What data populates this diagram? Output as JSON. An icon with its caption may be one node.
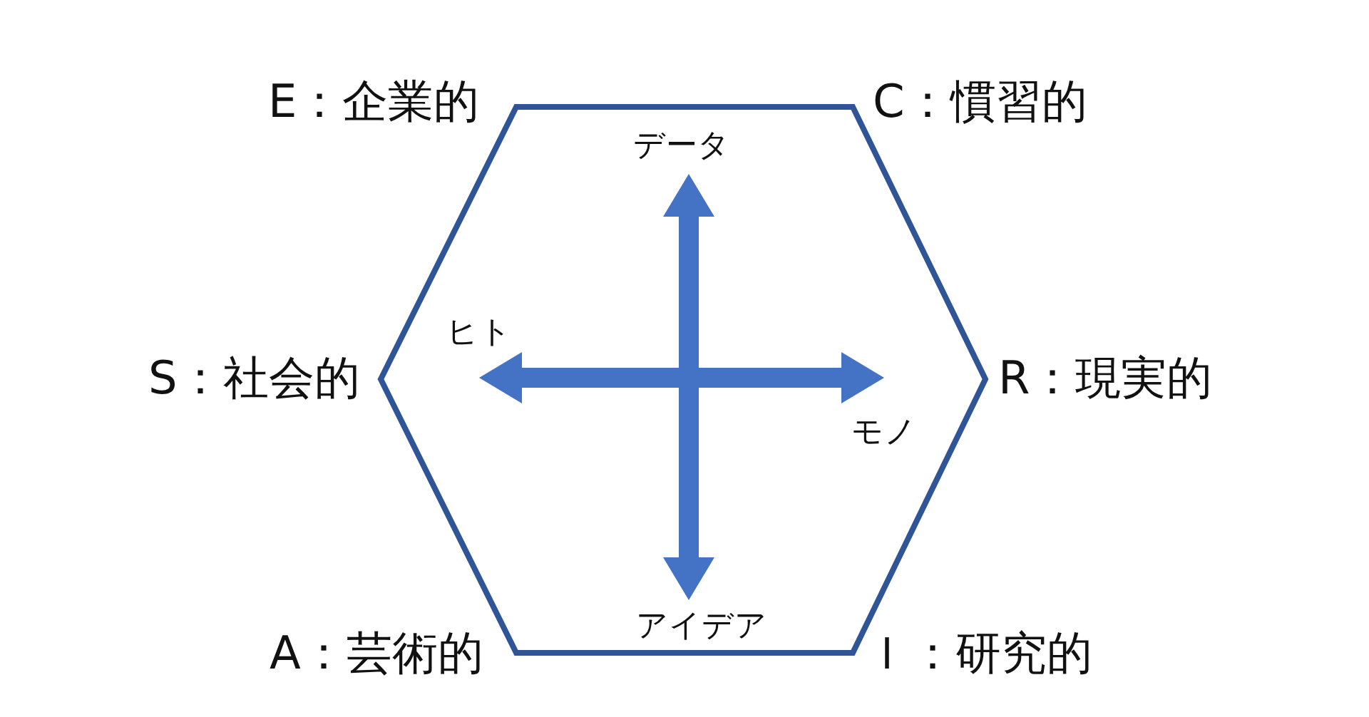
{
  "diagram": {
    "nodes": [
      {
        "text": [
          "データ"
        ]
      },
      {
        "text": [
          "ヒト"
        ]
      },
      {
        "text": [
          "モノ"
        ]
      },
      {
        "text": [
          "アイデア"
        ]
      }
    ],
    "edges": [
      {
        "from": 0,
        "to": 3,
        "arrow": "both"
      },
      {
        "from": 1,
        "to": 2,
        "arrow": "both"
      }
    ],
    "labels": [
      "E：企業的",
      "C：慣習的",
      "S：社会的",
      "R：現実的",
      "A：芸術的",
      "Ｉ：研究的"
    ]
  }
}
